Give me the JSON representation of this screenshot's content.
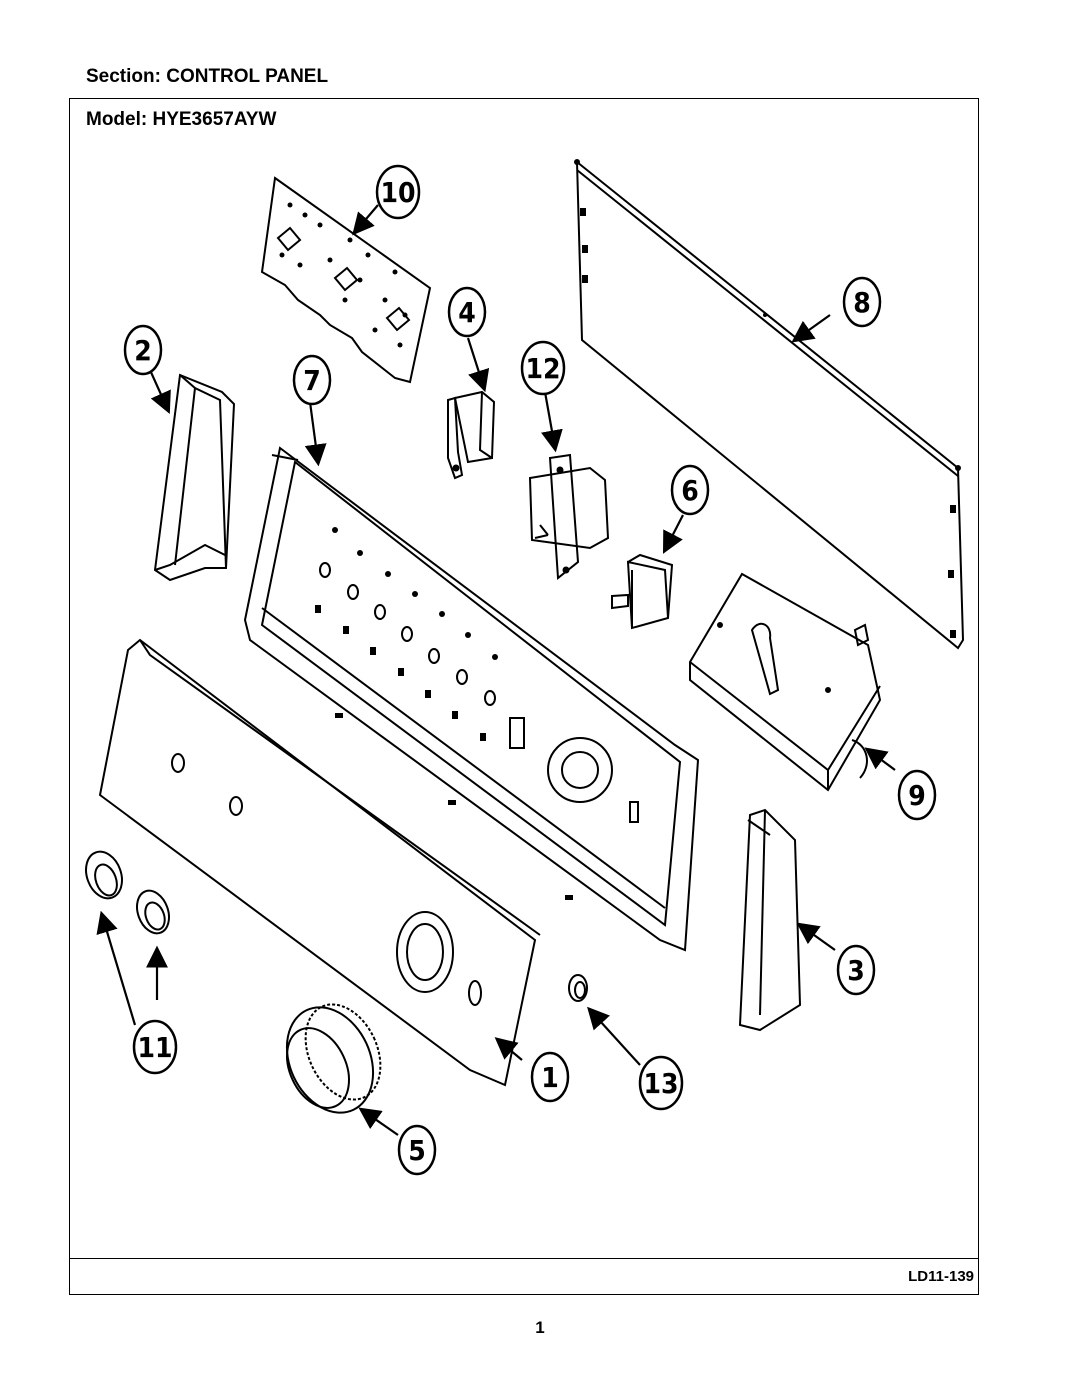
{
  "header": {
    "section_title": "Section:  CONTROL PANEL",
    "model_title": "Model:  HYE3657AYW"
  },
  "diagram": {
    "callouts": [
      "1",
      "2",
      "3",
      "4",
      "5",
      "6",
      "7",
      "8",
      "9",
      "10",
      "11",
      "12",
      "13"
    ]
  },
  "footer": {
    "diagram_code": "LD11-139",
    "page_number": "1"
  }
}
